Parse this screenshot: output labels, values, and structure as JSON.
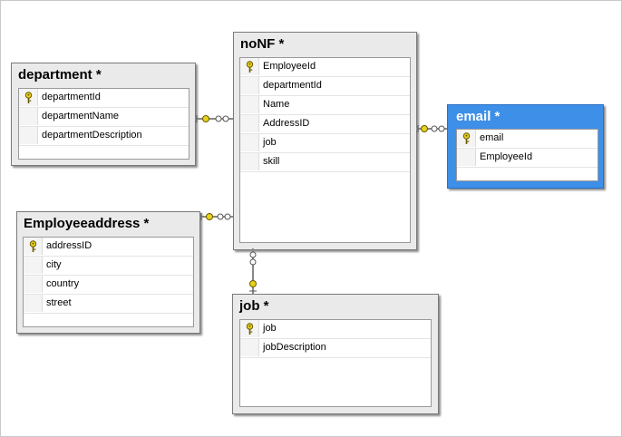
{
  "tables": {
    "department": {
      "title": "department *",
      "columns": [
        {
          "name": "departmentId",
          "icon": "key-icon"
        },
        {
          "name": "departmentName",
          "icon": ""
        },
        {
          "name": "departmentDescription",
          "icon": ""
        }
      ]
    },
    "nonf": {
      "title": "noNF *",
      "columns": [
        {
          "name": "EmployeeId",
          "icon": "key-icon"
        },
        {
          "name": "departmentId",
          "icon": ""
        },
        {
          "name": "Name",
          "icon": ""
        },
        {
          "name": "AddressID",
          "icon": ""
        },
        {
          "name": "job",
          "icon": ""
        },
        {
          "name": "skill",
          "icon": ""
        }
      ]
    },
    "email": {
      "title": "email *",
      "selected": true,
      "columns": [
        {
          "name": "email",
          "icon": "key-icon"
        },
        {
          "name": "EmployeeId",
          "icon": ""
        }
      ]
    },
    "employeeaddress": {
      "title": "Employeeaddress *",
      "columns": [
        {
          "name": "addressID",
          "icon": "key-icon"
        },
        {
          "name": "city",
          "icon": ""
        },
        {
          "name": "country",
          "icon": ""
        },
        {
          "name": "street",
          "icon": ""
        }
      ]
    },
    "job": {
      "title": "job *",
      "columns": [
        {
          "name": "job",
          "icon": "key-icon"
        },
        {
          "name": "jobDescription",
          "icon": ""
        }
      ]
    }
  },
  "relationships": [
    {
      "from": "noNF *",
      "to": "department *"
    },
    {
      "from": "noNF *",
      "to": "email *"
    },
    {
      "from": "noNF *",
      "to": "Employeeaddress *"
    },
    {
      "from": "noNF *",
      "to": "job *"
    }
  ],
  "colors": {
    "table_bg": "#eaeaea",
    "selected_bg": "#3d8fe8",
    "key_icon": "#e8d21a",
    "connector": "#888888"
  }
}
